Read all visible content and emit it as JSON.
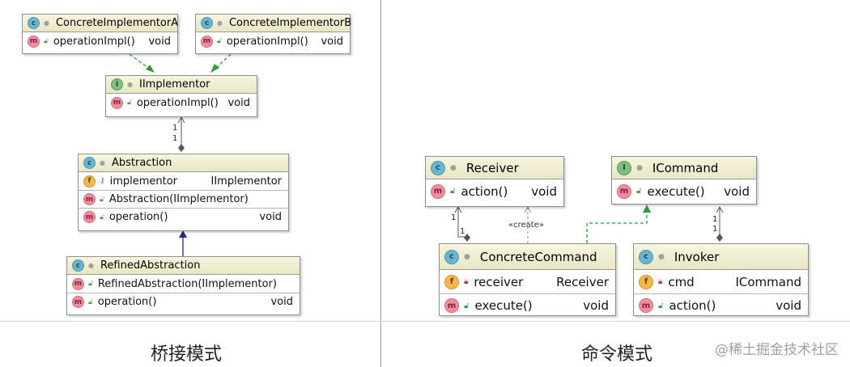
{
  "bridge": {
    "caption": "桥接模式",
    "concrete_a": {
      "name": "ConcreteImplementorA",
      "method": "operationImpl()",
      "type": "void"
    },
    "concrete_b": {
      "name": "ConcreteImplementorB",
      "method": "operationImpl()",
      "type": "void"
    },
    "implementor": {
      "name": "IImplementor",
      "method": "operationImpl()",
      "type": "void"
    },
    "abstraction": {
      "name": "Abstraction",
      "field": "implementor",
      "field_type": "IImplementor",
      "ctor": "Abstraction(IImplementor)",
      "method": "operation()",
      "method_type": "void"
    },
    "refined": {
      "name": "RefinedAbstraction",
      "ctor": "RefinedAbstraction(IImplementor)",
      "method": "operation()",
      "method_type": "void"
    },
    "multiplicity_top": "1",
    "multiplicity_bottom": "1"
  },
  "command": {
    "caption": "命令模式",
    "receiver": {
      "name": "Receiver",
      "method": "action()",
      "type": "void"
    },
    "icommand": {
      "name": "ICommand",
      "method": "execute()",
      "type": "void"
    },
    "concrete_command": {
      "name": "ConcreteCommand",
      "field": "receiver",
      "field_type": "Receiver",
      "method": "execute()",
      "method_type": "void"
    },
    "invoker": {
      "name": "Invoker",
      "field": "cmd",
      "field_type": "ICommand",
      "method": "action()",
      "method_type": "void"
    },
    "create_label": "«create»",
    "mult_receiver_top": "1",
    "mult_receiver_bottom": "1",
    "mult_icommand_top": "1",
    "mult_icommand_bottom": "1"
  },
  "icons": {
    "class": "class-icon",
    "interface": "interface-icon",
    "method": "method-icon",
    "field": "field-icon",
    "public": "public-visibility-icon",
    "private": "private-visibility-icon"
  },
  "colors": {
    "header": "#ecebc9",
    "realization": "#2e9a38",
    "inheritance": "#1d2b8a",
    "association": "#555555"
  },
  "watermark": "@稀土掘金技术社区"
}
